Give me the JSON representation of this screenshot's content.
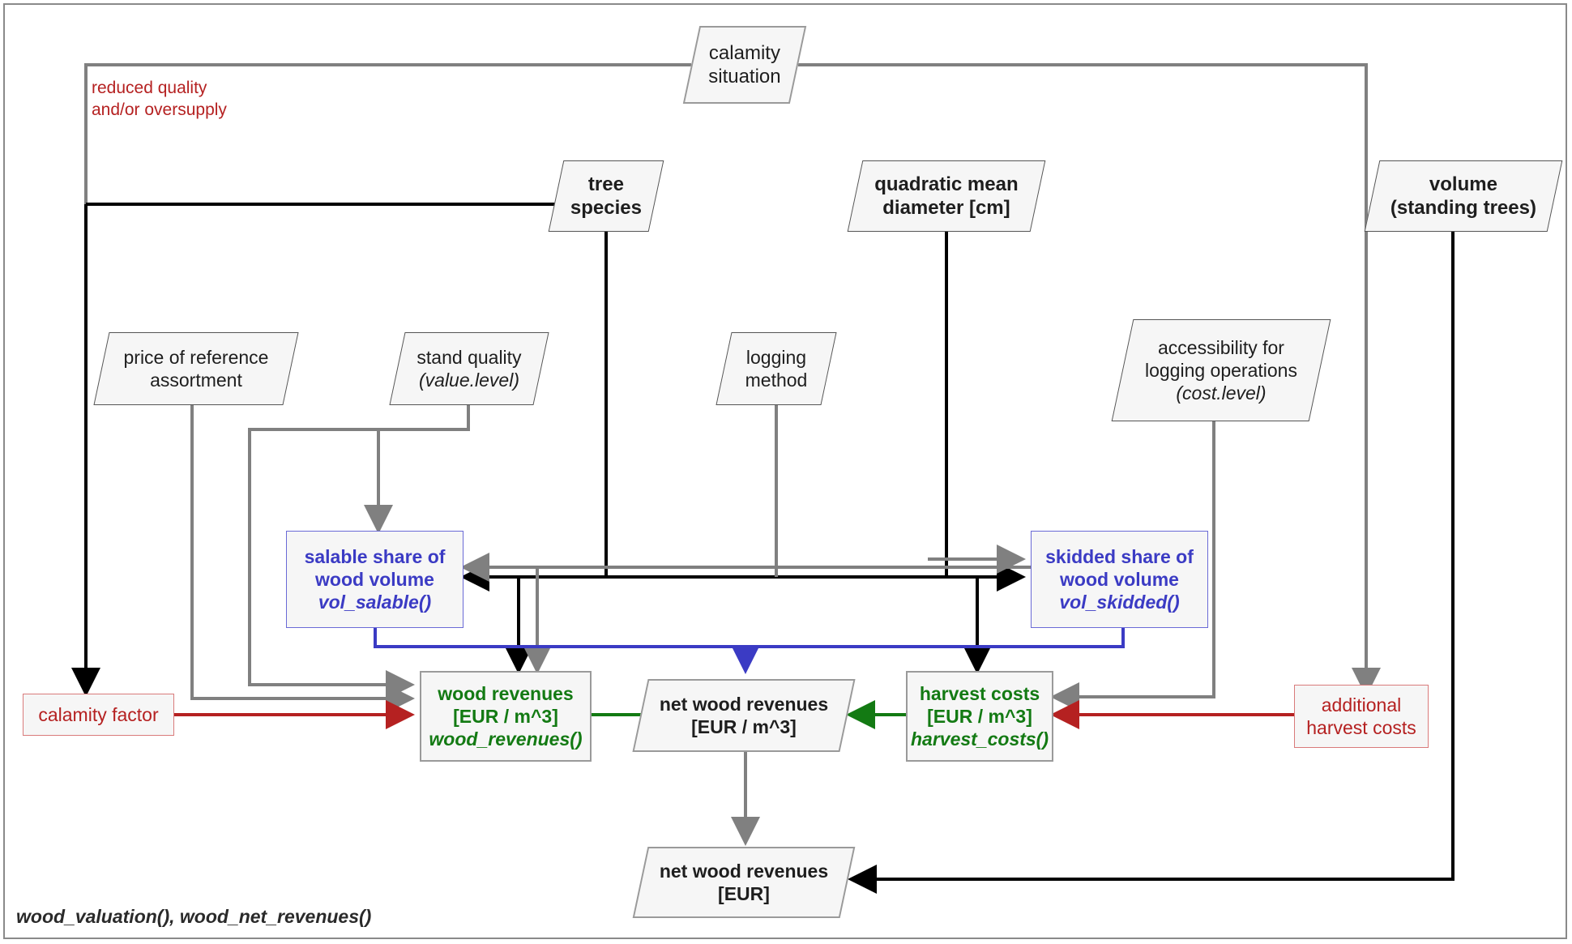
{
  "diagram": {
    "caption": "wood_valuation(), wood_net_revenues()",
    "annotation": {
      "line1": "reduced quality",
      "line2": "and/or oversupply"
    },
    "colors": {
      "black": "#000000",
      "gray": "#808080",
      "blue": "#3b3bc4",
      "green": "#137a13",
      "red": "#b52121",
      "node_fill": "#f6f6f6",
      "frame": "#8a8a8a"
    },
    "nodes": {
      "calamity_situation": {
        "label": "calamity\nsituation",
        "l1": "calamity",
        "l2": "situation",
        "shape": "parallelogram"
      },
      "tree_species": {
        "l1": "tree",
        "l2": "species",
        "shape": "parallelogram"
      },
      "qmd": {
        "l1": "quadratic mean",
        "l2": "diameter [cm]",
        "shape": "parallelogram"
      },
      "volume_standing": {
        "l1": "volume",
        "l2": "(standing trees)",
        "shape": "parallelogram"
      },
      "price_reference": {
        "l1": "price of reference",
        "l2": "assortment",
        "shape": "parallelogram"
      },
      "stand_quality": {
        "l1": "stand quality",
        "l2": "(value.level)",
        "shape": "parallelogram"
      },
      "logging_method": {
        "l1": "logging",
        "l2": "method",
        "shape": "parallelogram"
      },
      "accessibility": {
        "l1": "accessibility for",
        "l2": "logging operations",
        "l3": "(cost.level)",
        "shape": "parallelogram"
      },
      "vol_salable": {
        "l1": "salable share of",
        "l2": "wood volume",
        "l3": "vol_salable()",
        "shape": "rect"
      },
      "vol_skidded": {
        "l1": "skidded share of",
        "l2": "wood volume",
        "l3": "vol_skidded()",
        "shape": "rect"
      },
      "wood_revenues": {
        "l1": "wood revenues",
        "l2": "[EUR / m^3]",
        "l3": "wood_revenues()",
        "shape": "rect"
      },
      "harvest_costs": {
        "l1": "harvest costs",
        "l2": "[EUR / m^3]",
        "l3": "harvest_costs()",
        "shape": "rect"
      },
      "net_wood_revenues_m3": {
        "l1": "net wood revenues",
        "l2": "[EUR / m^3]",
        "shape": "parallelogram"
      },
      "net_wood_revenues_eur": {
        "l1": "net wood revenues",
        "l2": "[EUR]",
        "shape": "parallelogram"
      },
      "calamity_factor": {
        "l1": "calamity factor",
        "shape": "rect"
      },
      "additional_harvest_costs": {
        "l1": "additional",
        "l2": "harvest costs",
        "shape": "rect"
      }
    }
  }
}
